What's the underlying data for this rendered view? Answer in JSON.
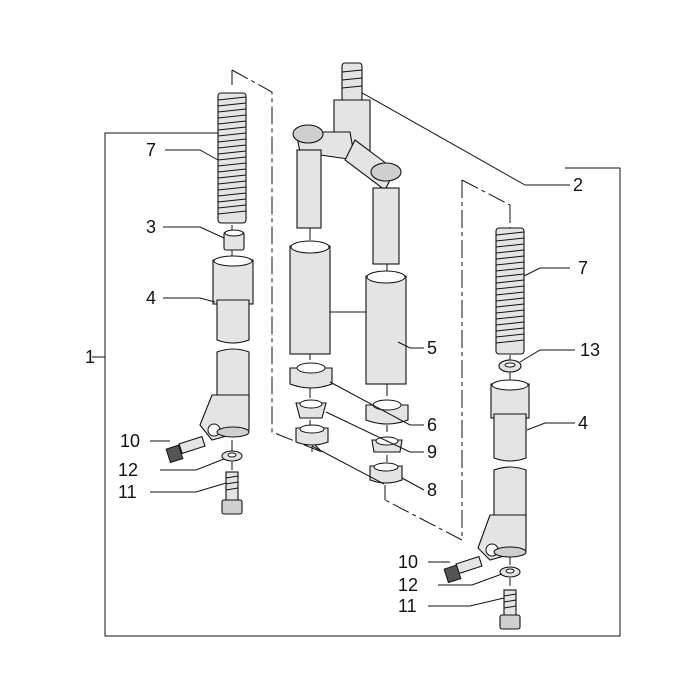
{
  "callouts": {
    "c1": "1",
    "c2": "2",
    "c3": "3",
    "c4_left": "4",
    "c4_right": "4",
    "c5": "5",
    "c6": "6",
    "c7_left": "7",
    "c7_right": "7",
    "c8": "8",
    "c9": "9",
    "c10_left": "10",
    "c10_right": "10",
    "c11_left": "11",
    "c11_right": "11",
    "c12_left": "12",
    "c12_right": "12",
    "c13": "13"
  },
  "colors": {
    "line": "#111111",
    "part_fill": "#e4e4e4",
    "background": "#ffffff"
  }
}
